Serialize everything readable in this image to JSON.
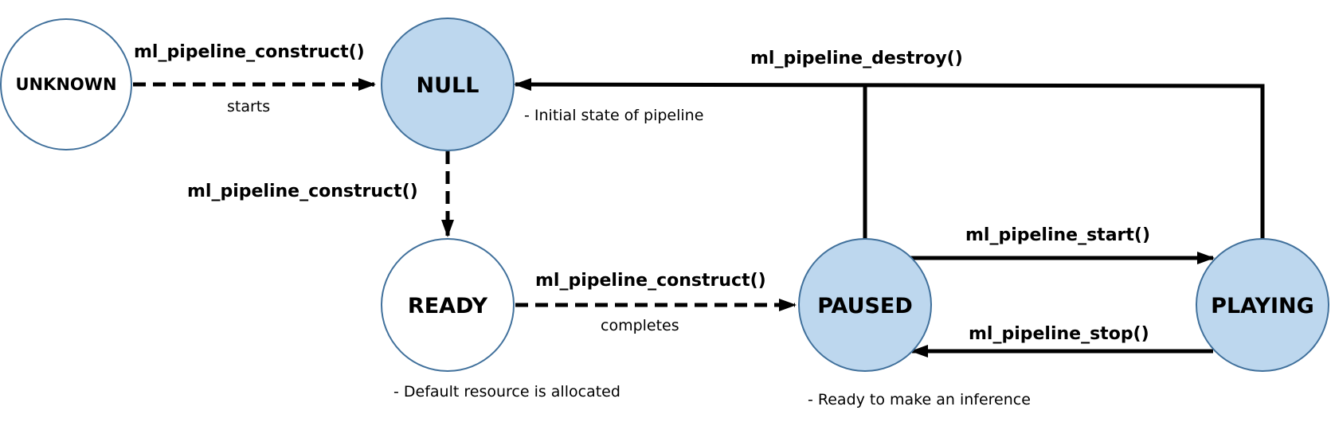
{
  "colors": {
    "active_fill": "#bdd7ee",
    "idle_fill": "#ffffff",
    "node_stroke": "#41719c",
    "edge": "#000000"
  },
  "states": {
    "unknown": "UNKNOWN",
    "null": "NULL",
    "ready": "READY",
    "paused": "PAUSED",
    "playing": "PLAYING"
  },
  "transitions": {
    "unknown_to_null": {
      "label": "ml_pipeline_construct()",
      "sublabel": "starts"
    },
    "null_to_ready": {
      "label": "ml_pipeline_construct()"
    },
    "ready_to_paused": {
      "label": "ml_pipeline_construct()",
      "sublabel": "completes"
    },
    "destroy": {
      "label": "ml_pipeline_destroy()"
    },
    "start": {
      "label": "ml_pipeline_start()"
    },
    "stop": {
      "label": "ml_pipeline_stop()"
    }
  },
  "notes": {
    "null": "-  Initial state of pipeline",
    "ready": "-  Default resource is allocated",
    "paused": "-  Ready to make an inference"
  }
}
